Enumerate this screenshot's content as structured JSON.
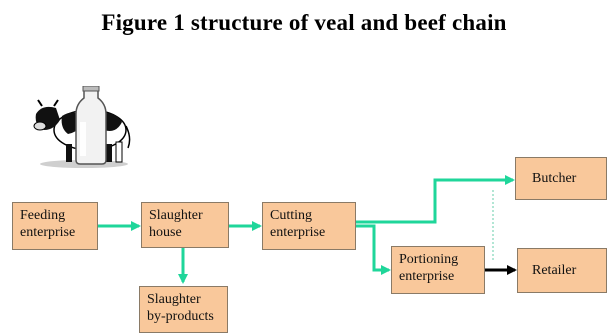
{
  "title": "Figure 1 structure of veal and beef chain",
  "colors": {
    "box_fill": "#f9c89b",
    "arrow_main": "#1fd69a",
    "arrow_black": "#000000",
    "dotted": "#66ccaa"
  },
  "icons": [
    "cow-with-milk-bottle-icon"
  ],
  "nodes": [
    {
      "id": "feeding",
      "lines": [
        "Feeding",
        "enterprise"
      ]
    },
    {
      "id": "slaughter_house",
      "lines": [
        "Slaughter",
        "house"
      ]
    },
    {
      "id": "cutting",
      "lines": [
        "Cutting",
        "enterprise"
      ]
    },
    {
      "id": "slaughter_byproducts",
      "lines": [
        "Slaughter",
        "by-products"
      ]
    },
    {
      "id": "portioning",
      "lines": [
        "Portioning",
        "enterprise"
      ]
    },
    {
      "id": "butcher",
      "lines": [
        "Butcher"
      ]
    },
    {
      "id": "retailer",
      "lines": [
        "Retailer"
      ]
    }
  ],
  "edges": [
    {
      "from": "feeding",
      "to": "slaughter_house"
    },
    {
      "from": "slaughter_house",
      "to": "cutting"
    },
    {
      "from": "slaughter_house",
      "to": "slaughter_byproducts"
    },
    {
      "from": "cutting",
      "to": "butcher"
    },
    {
      "from": "cutting",
      "to": "portioning"
    },
    {
      "from": "portioning",
      "to": "retailer"
    },
    {
      "from": "butcher",
      "to": "retailer",
      "style": "dotted"
    }
  ]
}
